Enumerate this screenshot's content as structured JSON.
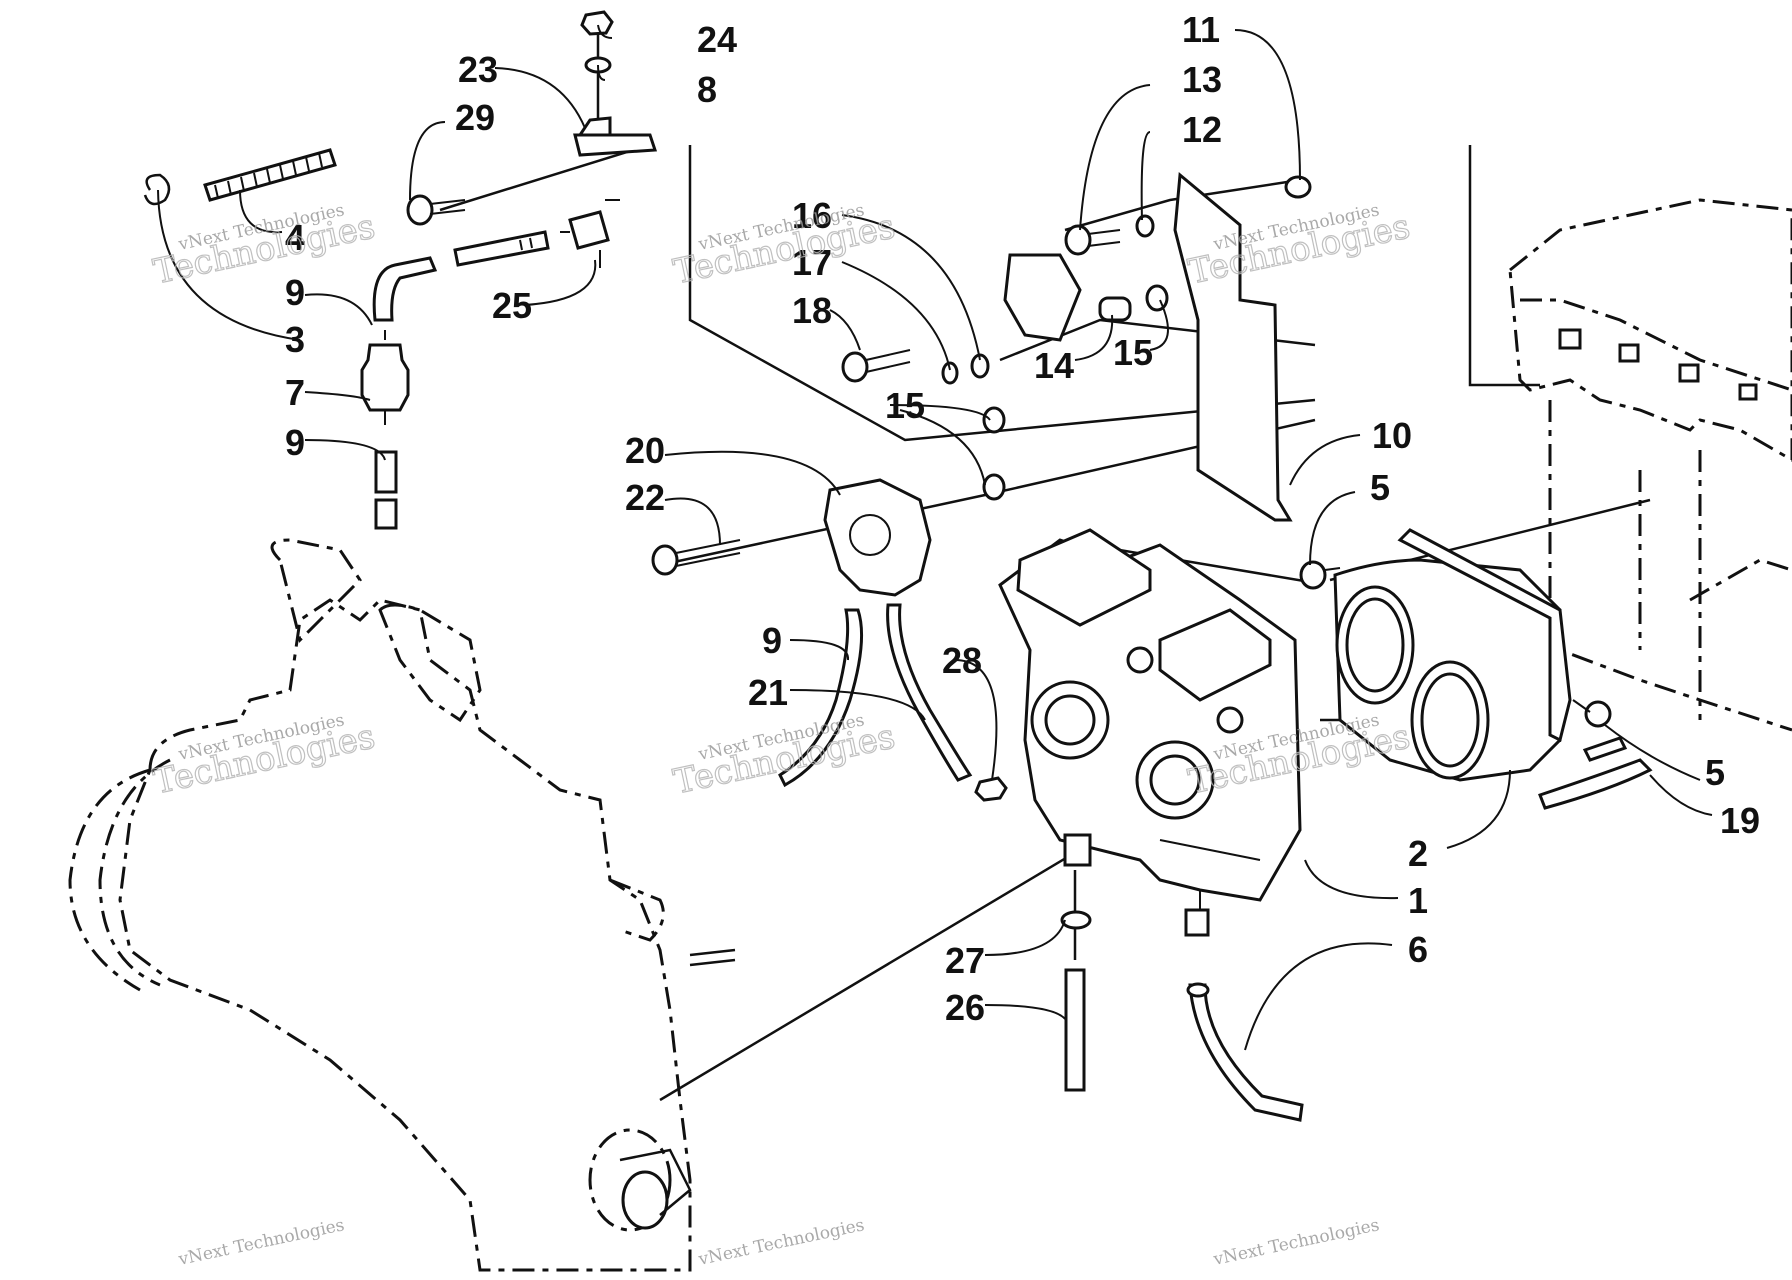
{
  "callouts": [
    {
      "id": "c24",
      "text": "24"
    },
    {
      "id": "c8",
      "text": "8"
    },
    {
      "id": "c23",
      "text": "23"
    },
    {
      "id": "c29",
      "text": "29"
    },
    {
      "id": "c11",
      "text": "11"
    },
    {
      "id": "c13",
      "text": "13"
    },
    {
      "id": "c12",
      "text": "12"
    },
    {
      "id": "c4",
      "text": "4"
    },
    {
      "id": "c9a",
      "text": "9"
    },
    {
      "id": "c3",
      "text": "3"
    },
    {
      "id": "c25",
      "text": "25"
    },
    {
      "id": "c16",
      "text": "16"
    },
    {
      "id": "c17",
      "text": "17"
    },
    {
      "id": "c18",
      "text": "18"
    },
    {
      "id": "c14",
      "text": "14"
    },
    {
      "id": "c15a",
      "text": "15"
    },
    {
      "id": "c7",
      "text": "7"
    },
    {
      "id": "c9b",
      "text": "9"
    },
    {
      "id": "c15b",
      "text": "15"
    },
    {
      "id": "c10",
      "text": "10"
    },
    {
      "id": "c20",
      "text": "20"
    },
    {
      "id": "c22",
      "text": "22"
    },
    {
      "id": "c5a",
      "text": "5"
    },
    {
      "id": "c9c",
      "text": "9"
    },
    {
      "id": "c28",
      "text": "28"
    },
    {
      "id": "c21",
      "text": "21"
    },
    {
      "id": "c5b",
      "text": "5"
    },
    {
      "id": "c19",
      "text": "19"
    },
    {
      "id": "c2",
      "text": "2"
    },
    {
      "id": "c1",
      "text": "1"
    },
    {
      "id": "c6",
      "text": "6"
    },
    {
      "id": "c27",
      "text": "27"
    },
    {
      "id": "c26",
      "text": "26"
    }
  ],
  "watermark": {
    "line1": "vNext Technologies",
    "line2": "Technologies"
  }
}
